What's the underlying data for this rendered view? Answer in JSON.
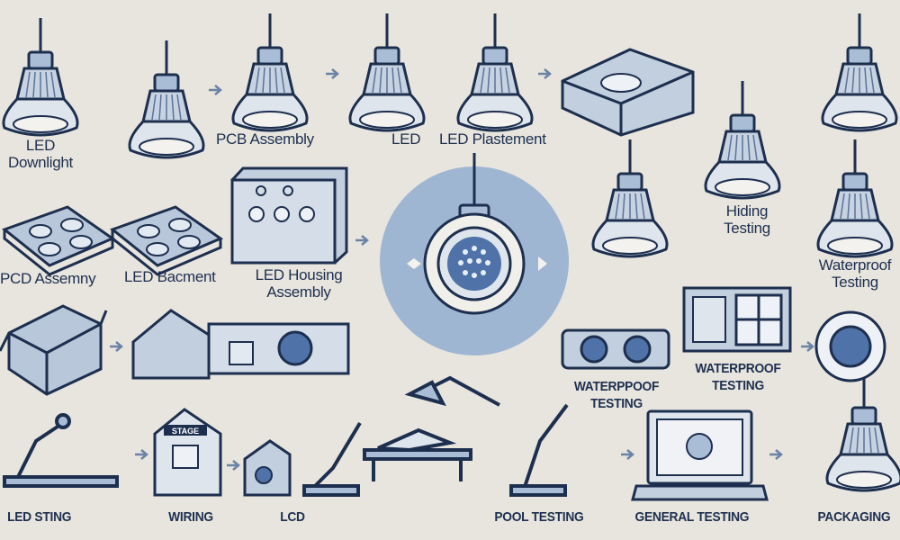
{
  "colors": {
    "background": "#e8e5de",
    "stroke": "#1d2f4f",
    "fill": "#a9bdd6",
    "accent": "#7f9cc2",
    "glow": "#9fb6d3"
  },
  "labels": {
    "led_downlight": "LED\nDownlight",
    "pcb_assembly": "PCB Assembly",
    "led": "LED",
    "led_plastement": "LED Plastement",
    "hiding_testing": "Hiding\nTesting",
    "waterproof_testing_right": "Waterproof\nTesting",
    "pcd_assembly": "PCD Assemny",
    "led_bacement": "LED Bacment",
    "led_housing_assembly": "LED Housing\nAssembly",
    "waterproof_testing_mid": "WATERPPOOF\nTESTING",
    "waterproof_testing_caps": "WATERPROOF\nTESTING",
    "led_sting": "LED STING",
    "wiring": "WIRING",
    "lcd": "LCD",
    "pool_testing": "POOL TESTING",
    "general_testing": "GENERAL TESTING",
    "packaging": "PACKAGING"
  },
  "stage_sign": "STAGE"
}
